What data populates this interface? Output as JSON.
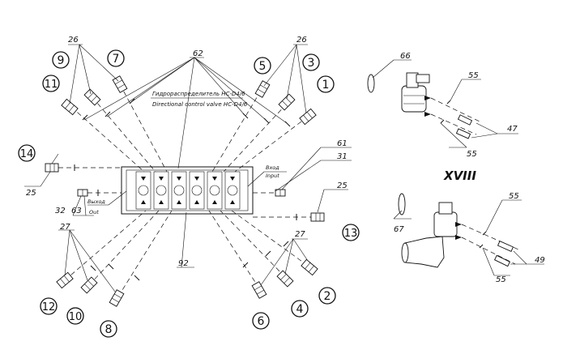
{
  "diagram": {
    "title_ru": "Гидрораспределитель НС-D4/6",
    "title_en": "Directional control valve НС-D4/6",
    "inlet_ru": "Вход",
    "inlet_en": "Input",
    "outlet_ru": "Выход",
    "outlet_en": "Out",
    "section": "XVIII",
    "circled": [
      "1",
      "2",
      "3",
      "4",
      "5",
      "6",
      "7",
      "8",
      "9",
      "10",
      "11",
      "12",
      "13",
      "14"
    ],
    "labels": {
      "l26a": "26",
      "l26b": "26",
      "l62": "62",
      "l61": "61",
      "l31": "31",
      "l25a": "25",
      "l25b": "25",
      "l32": "32",
      "l63": "63",
      "l27a": "27",
      "l27b": "27",
      "l92": "92",
      "l66": "66",
      "l55a": "55",
      "l47": "47",
      "l55b": "55",
      "l67": "67",
      "l55c": "55",
      "l49": "49",
      "l55d": "55"
    }
  }
}
